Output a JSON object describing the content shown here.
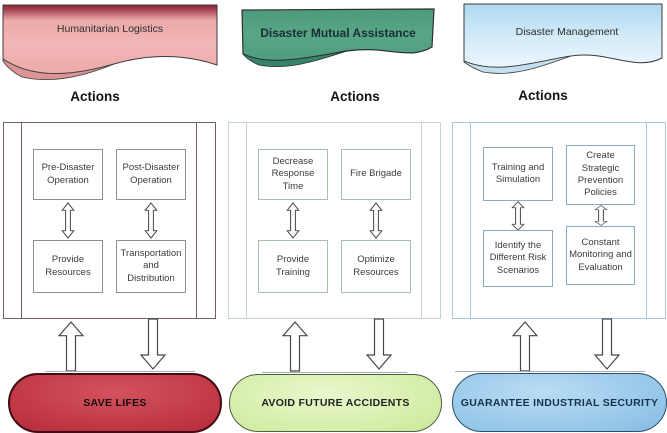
{
  "columns": [
    {
      "banner_label": "Humanitarian Logistics",
      "actions_label": "Actions",
      "action_boxes": [
        "Pre-Disaster Operation",
        "Post-Disaster Operation",
        "Provide Resources",
        "Transportation and Distribution"
      ],
      "outcome_label": "SAVE LIFES",
      "colors": {
        "banner_fill": "#f2b5b5",
        "banner_top_band": "#8c2133",
        "panel_border": "#76605f",
        "box_border": "#8f8f8f",
        "outcome_fill": "#bc3140",
        "outcome_border": "#3f0d14"
      }
    },
    {
      "banner_label": "Disaster Mutual Assistance",
      "actions_label": "Actions",
      "action_boxes": [
        "Decrease Response Time",
        "Fire Brigade",
        "Provide Training",
        "Optimize Resources"
      ],
      "outcome_label": "AVOID FUTURE ACCIDENTS",
      "colors": {
        "banner_fill": "#55a384",
        "panel_border": "#c4d6c4",
        "box_border": "#aabfaa",
        "outcome_fill": "#c4e693",
        "outcome_border": "#515e47"
      }
    },
    {
      "banner_label": "Disaster Management",
      "actions_label": "Actions",
      "action_boxes": [
        "Training and Simulation",
        "Create Strategic Prevention Policies",
        "Identify the Different Risk Scenarios",
        "Constant Monitoring and Evaluation"
      ],
      "outcome_label": "GUARANTEE INDUSTRIAL SECURITY",
      "colors": {
        "banner_fill": "#c3e2f5",
        "panel_border": "#a9c9e0",
        "box_border": "#90a9bd",
        "outcome_fill": "#7ab4e2",
        "outcome_border": "#27506e"
      }
    }
  ]
}
